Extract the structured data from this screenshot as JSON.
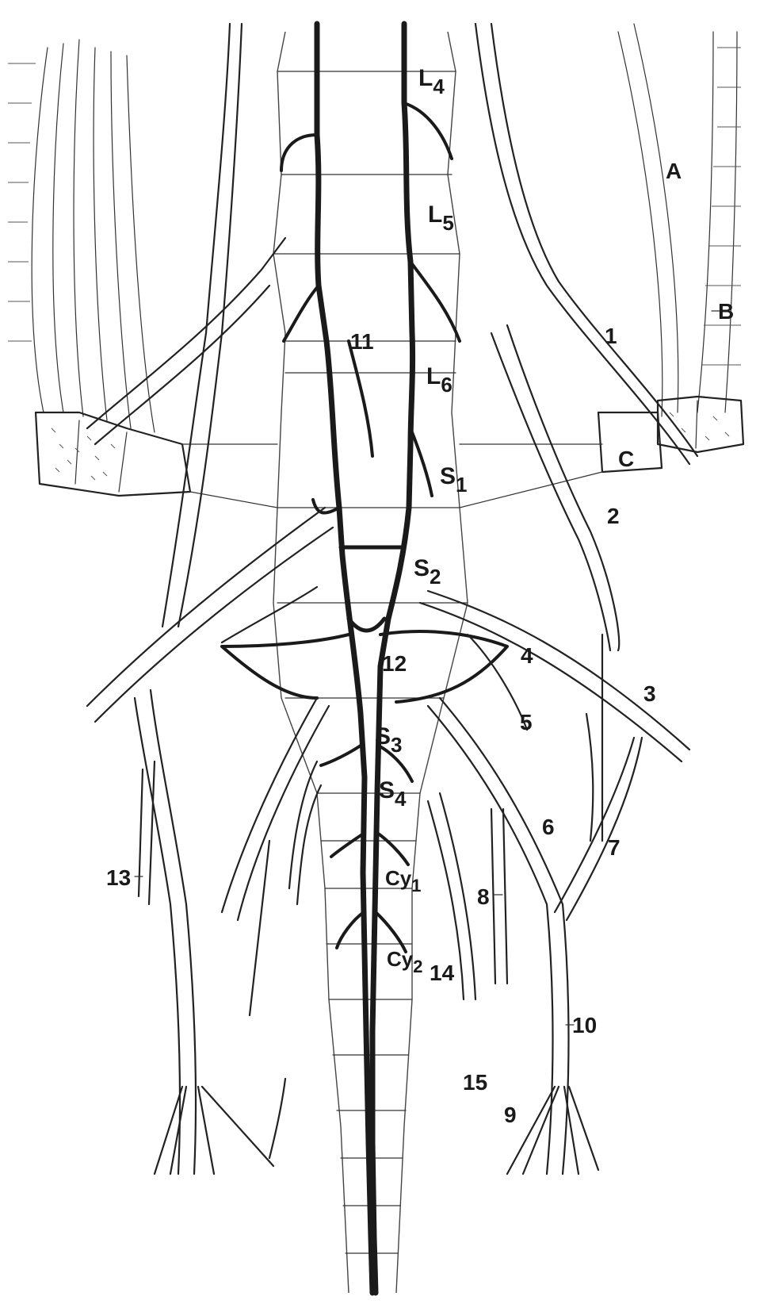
{
  "diagram": {
    "vertebra_labels": [
      {
        "id": "L4",
        "base": "L",
        "sub": "4"
      },
      {
        "id": "L5",
        "base": "L",
        "sub": "5"
      },
      {
        "id": "L6",
        "base": "L",
        "sub": "6"
      },
      {
        "id": "S1",
        "base": "S",
        "sub": "1"
      },
      {
        "id": "S2",
        "base": "S",
        "sub": "2"
      },
      {
        "id": "S3",
        "base": "S",
        "sub": "3"
      },
      {
        "id": "S4",
        "base": "S",
        "sub": "4"
      },
      {
        "id": "Cy1",
        "base": "Cy",
        "sub": "1"
      },
      {
        "id": "Cy2",
        "base": "Cy",
        "sub": "2"
      }
    ],
    "letter_labels": [
      "A",
      "B",
      "C"
    ],
    "number_labels": [
      "1",
      "2",
      "3",
      "4",
      "5",
      "6",
      "7",
      "8",
      "9",
      "10",
      "11",
      "12",
      "13",
      "14",
      "15"
    ]
  }
}
